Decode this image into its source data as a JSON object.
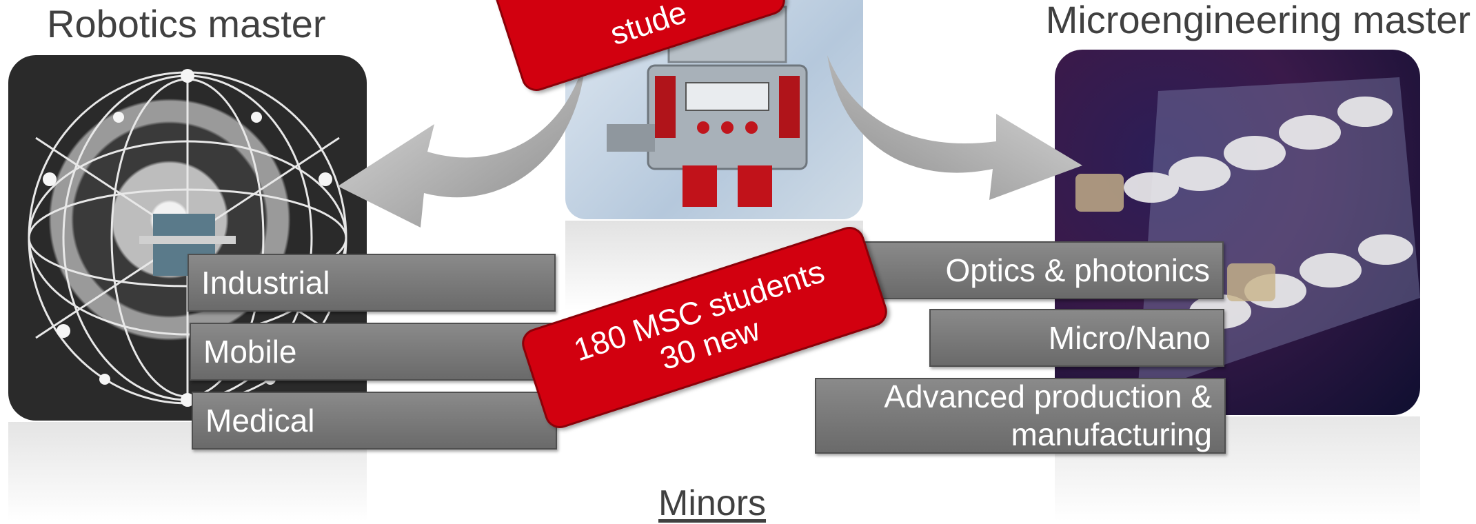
{
  "titles": {
    "left": "Robotics master",
    "right": "Microengineering master"
  },
  "robotics_minors": [
    "Industrial",
    "Mobile",
    "Medical"
  ],
  "microengineering_minors": {
    "optics": "Optics & photonics",
    "micronano": "Micro/Nano",
    "advanced_line1": "Advanced production &",
    "advanced_line2": "manufacturing"
  },
  "badge_center": {
    "line1": "180 MSC students",
    "line2": "30 new"
  },
  "badge_top": {
    "visible_text": "stude"
  },
  "footer_label": "Minors",
  "colors": {
    "badge_red": "#d2000f",
    "minor_gray": "#7a7a7a",
    "title_text": "#404040"
  }
}
